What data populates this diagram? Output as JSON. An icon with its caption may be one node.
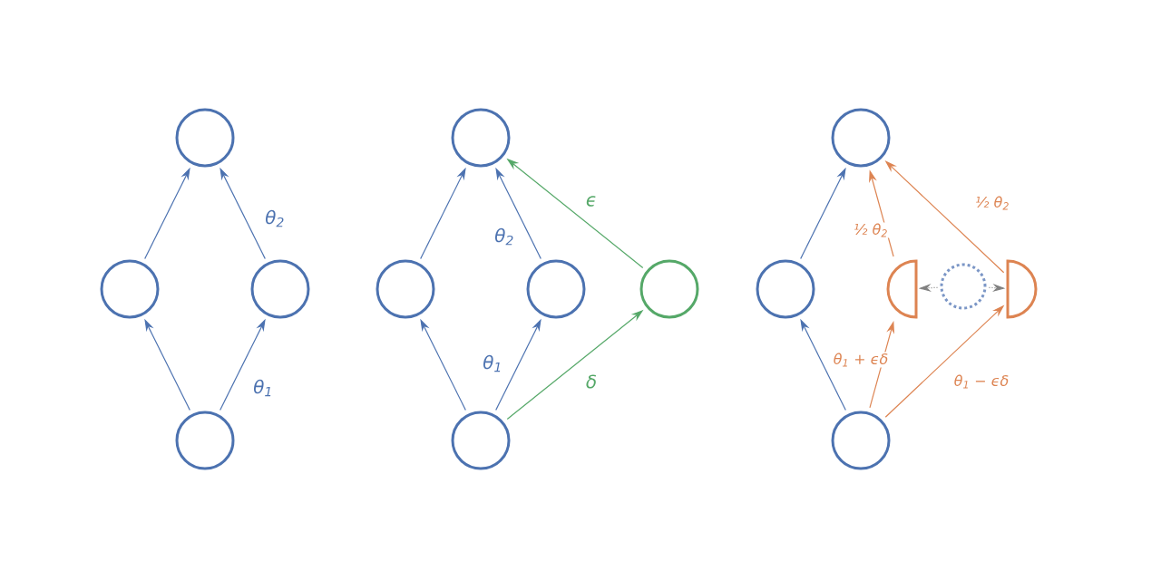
{
  "diagram": {
    "nodes": [
      {
        "text": [],
        "shape": "circle"
      },
      {
        "text": [],
        "shape": "circle"
      },
      {
        "text": [],
        "shape": "circle"
      },
      {
        "text": [],
        "shape": "circle"
      },
      {
        "text": [],
        "shape": "circle"
      },
      {
        "text": [],
        "shape": "circle"
      },
      {
        "text": [],
        "shape": "circle"
      },
      {
        "text": [],
        "shape": "circle"
      },
      {
        "text": [],
        "shape": "circle"
      },
      {
        "text": [],
        "shape": "circle"
      },
      {
        "text": [],
        "shape": "circle"
      },
      {
        "text": [],
        "shape": "semicircle"
      },
      {
        "text": [],
        "shape": "circle"
      },
      {
        "text": [],
        "shape": "semicircle"
      },
      {
        "text": [],
        "shape": "circle"
      }
    ],
    "edges": [
      {
        "from": 3,
        "to": 1,
        "arrow": "to"
      },
      {
        "from": 3,
        "to": 2,
        "arrow": "to",
        "label": "θ$_{1}$"
      },
      {
        "from": 1,
        "to": 0,
        "arrow": "to"
      },
      {
        "from": 2,
        "to": 0,
        "arrow": "to",
        "label": "θ$_{2}$"
      },
      {
        "from": 8,
        "to": 5,
        "arrow": "to"
      },
      {
        "from": 8,
        "to": 6,
        "arrow": "to",
        "label": "θ$_{1}$"
      },
      {
        "from": 5,
        "to": 4,
        "arrow": "to"
      },
      {
        "from": 6,
        "to": 4,
        "arrow": "to",
        "label": "θ$_{2}$"
      },
      {
        "from": 8,
        "to": 7,
        "arrow": "to",
        "label": "δ",
        "color": "#55a868"
      },
      {
        "from": 7,
        "to": 4,
        "arrow": "to",
        "label": "ϵ",
        "color": "#55a868"
      },
      {
        "from": 14,
        "to": 10,
        "arrow": "to"
      },
      {
        "from": 14,
        "to": 11,
        "arrow": "to",
        "label": "θ$_{1}$ + ϵδ",
        "color": "#dd8452"
      },
      {
        "from": 14,
        "to": 13,
        "arrow": "to",
        "label": "θ$_{1}$ − ϵδ",
        "color": "#dd8452"
      },
      {
        "from": 10,
        "to": 9,
        "arrow": "to"
      },
      {
        "from": 11,
        "to": 9,
        "arrow": "to",
        "label": "½ θ$_{2}$",
        "color": "#dd8452"
      },
      {
        "from": 13,
        "to": 9,
        "arrow": "to",
        "label": "½ θ$_{2}$",
        "color": "#dd8452"
      },
      {
        "from": 12,
        "to": 11,
        "arrow": "to",
        "style": "dashed",
        "color": "#808080"
      },
      {
        "from": 12,
        "to": 13,
        "arrow": "to",
        "style": "dashed",
        "color": "#808080"
      }
    ]
  }
}
